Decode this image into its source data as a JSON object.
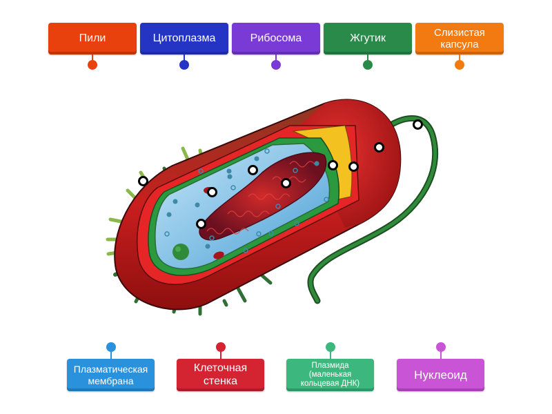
{
  "top_labels": [
    {
      "text": "Пили",
      "color": "#e8410e"
    },
    {
      "text": "Цитоплазма",
      "color": "#2435c6"
    },
    {
      "text": "Рибосома",
      "color": "#7a3ad6"
    },
    {
      "text": "Жгутик",
      "color": "#2a8a4a"
    },
    {
      "text": "Слизистая\nкапсула",
      "color": "#f37a10"
    }
  ],
  "bottom_labels": [
    {
      "text": "Плазматическая\nмембрана",
      "color": "#2a92dd"
    },
    {
      "text": "Клеточная\nстенка",
      "color": "#d42432"
    },
    {
      "text": "Плазмида\n(маленькая\nкольцевая ДНК)",
      "color": "#3cb87e"
    },
    {
      "text": "Нуклеоид",
      "color": "#c955d6"
    }
  ],
  "hotspot_count": 9,
  "colors": {
    "capsule": "#b81d1d",
    "wall": "#e62626",
    "yellow_layer": "#f4c220",
    "membrane_green": "#2b9a3e",
    "cytoplasm": "#9fd2ee",
    "nucleoid": "#a8141c",
    "pili": "#2f7a3a",
    "flagellum": "#2c6e32"
  }
}
